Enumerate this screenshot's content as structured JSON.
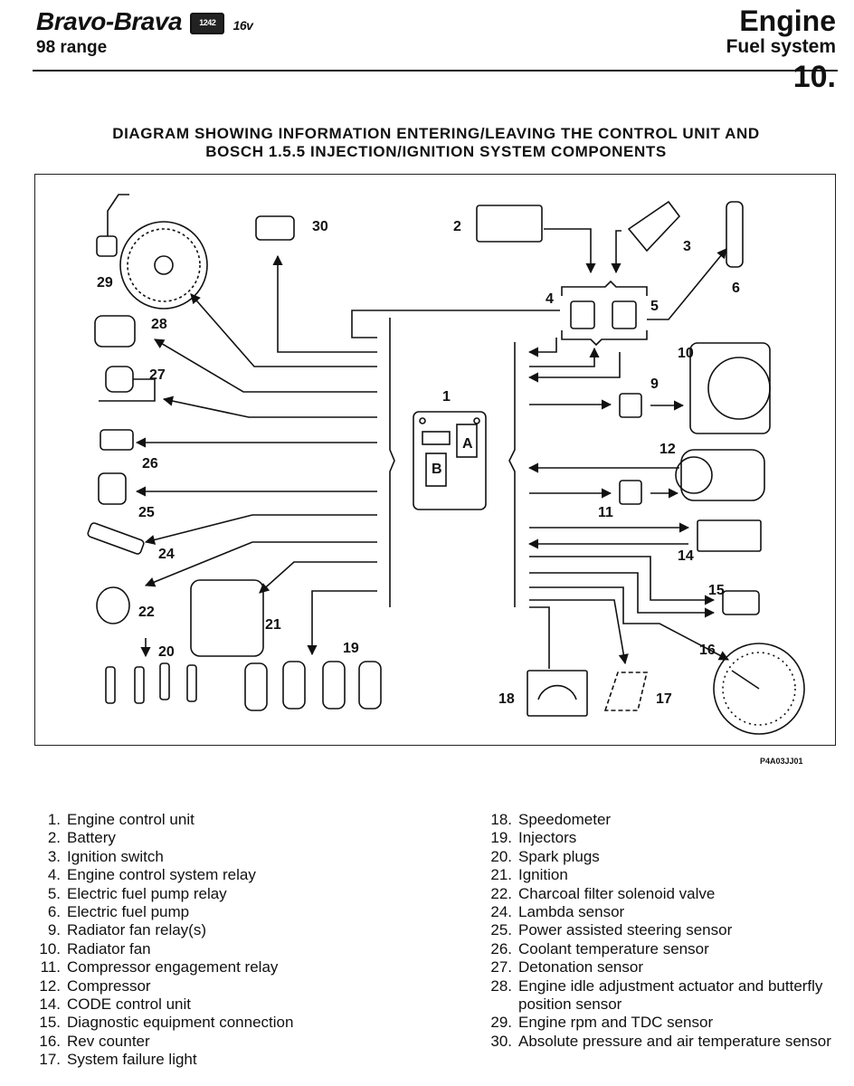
{
  "header": {
    "brand": "Bravo-Brava",
    "badge": "1242",
    "valves": "16v",
    "range": "98 range",
    "section": "Engine",
    "subsection": "Fuel system",
    "number": "10."
  },
  "title_line1": "DIAGRAM SHOWING INFORMATION ENTERING/LEAVING THE CONTROL UNIT AND",
  "title_line2": "BOSCH 1.5.5 INJECTION/IGNITION SYSTEM COMPONENTS",
  "reference": "P4A03JJ01",
  "diagram": {
    "callouts": [
      "1",
      "2",
      "3",
      "4",
      "5",
      "6",
      "9",
      "10",
      "11",
      "12",
      "14",
      "15",
      "16",
      "17",
      "18",
      "19",
      "20",
      "21",
      "22",
      "24",
      "25",
      "26",
      "27",
      "28",
      "29",
      "30"
    ],
    "ecu_labels": [
      "A",
      "B"
    ]
  },
  "legend_left": [
    {
      "n": "1.",
      "t": "Engine control unit"
    },
    {
      "n": "2.",
      "t": "Battery"
    },
    {
      "n": "3.",
      "t": "Ignition switch"
    },
    {
      "n": "4.",
      "t": "Engine control system relay"
    },
    {
      "n": "5.",
      "t": "Electric fuel pump relay"
    },
    {
      "n": "6.",
      "t": "Electric fuel pump"
    },
    {
      "n": "9.",
      "t": "Radiator fan relay(s)"
    },
    {
      "n": "10.",
      "t": "Radiator fan"
    },
    {
      "n": "11.",
      "t": "Compressor engagement relay"
    },
    {
      "n": "12.",
      "t": "Compressor"
    },
    {
      "n": "14.",
      "t": "CODE control unit"
    },
    {
      "n": "15.",
      "t": "Diagnostic equipment connection"
    },
    {
      "n": "16.",
      "t": "Rev counter"
    },
    {
      "n": "17.",
      "t": "System failure light"
    }
  ],
  "legend_right": [
    {
      "n": "18.",
      "t": "Speedometer"
    },
    {
      "n": "19.",
      "t": "Injectors"
    },
    {
      "n": "20.",
      "t": "Spark plugs"
    },
    {
      "n": "21.",
      "t": "Ignition"
    },
    {
      "n": "22.",
      "t": "Charcoal filter solenoid valve"
    },
    {
      "n": "24.",
      "t": "Lambda sensor"
    },
    {
      "n": "25.",
      "t": "Power assisted steering sensor"
    },
    {
      "n": "26.",
      "t": "Coolant temperature sensor"
    },
    {
      "n": "27.",
      "t": "Detonation sensor"
    },
    {
      "n": "28.",
      "t": "Engine idle adjustment actuator and butterfly position sensor"
    },
    {
      "n": "29.",
      "t": "Engine rpm and TDC sensor"
    },
    {
      "n": "30.",
      "t": "Absolute pressure and air temperature sensor"
    }
  ]
}
